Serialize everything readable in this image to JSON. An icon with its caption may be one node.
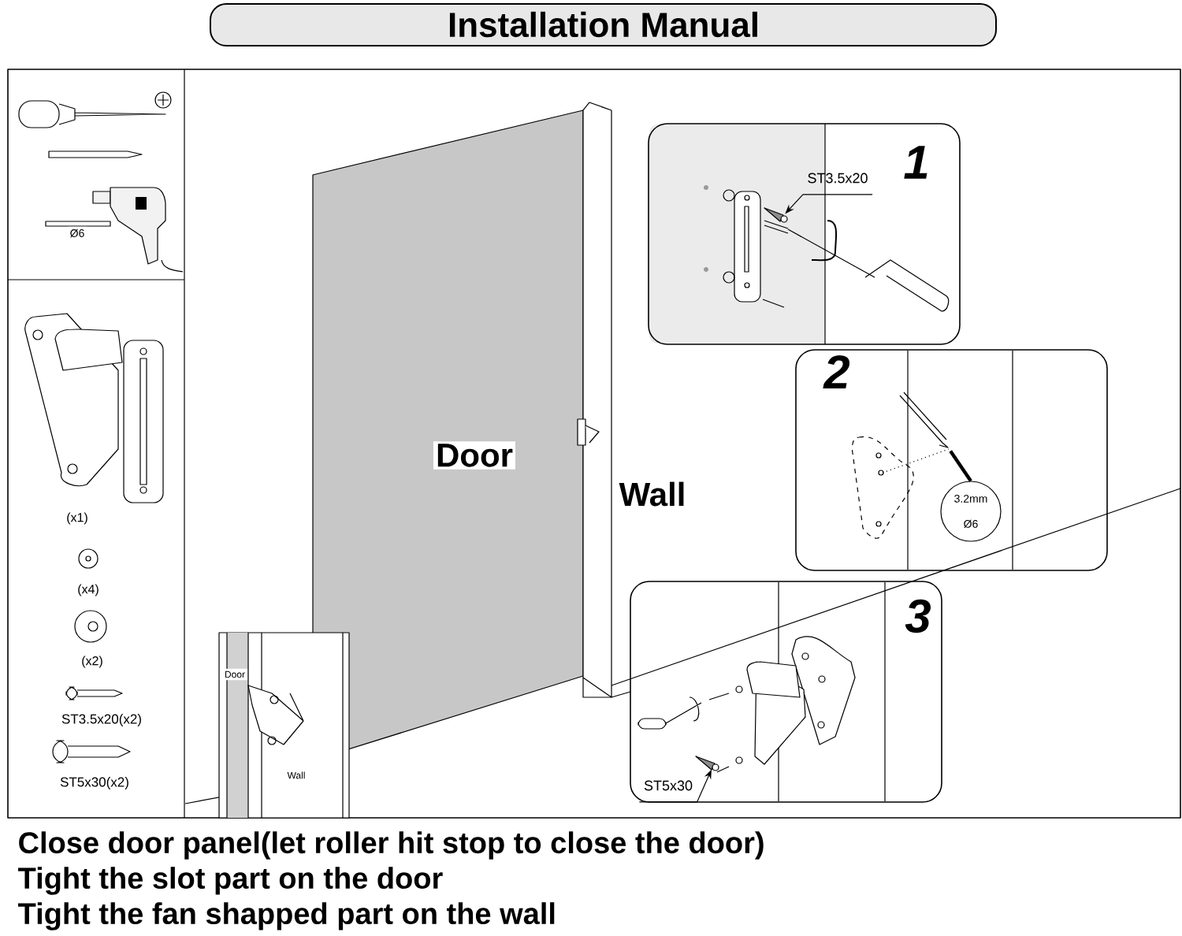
{
  "diagram": {
    "title": "Installation Manual",
    "nodes": [
      {
        "text": [
          "1"
        ]
      },
      {
        "text": [
          "ST3.5x20"
        ],
        "in": 0
      },
      {
        "text": [
          "2"
        ]
      },
      {
        "text": [
          "3.2mm",
          "Ø6"
        ],
        "in": 2
      },
      {
        "text": [
          "3"
        ]
      },
      {
        "text": [
          "ST5x30"
        ],
        "in": 4
      },
      {
        "text": [],
        "shape": "picture",
        "in": 0
      },
      {
        "text": [],
        "shape": "picture",
        "in": 4
      },
      {
        "text": [],
        "shape": "picture",
        "in": 2
      }
    ],
    "edges": [
      {
        "from": 1,
        "to": 6,
        "arrow": "to"
      },
      {
        "from": 8,
        "to": 3,
        "arrow": "none",
        "style": "thick"
      },
      {
        "from": 5,
        "to": 7,
        "arrow": "to"
      }
    ],
    "labels": [
      "Ø6",
      "(x1)",
      "(x4)",
      "(x2)",
      "ST3.5x20(x2)",
      "ST5x30(x2)",
      "Door",
      "Wall",
      "Door",
      "Wall",
      "Close door panel(let roller hit stop to close the door)",
      "Tight the slot part on the door",
      "Tight the fan shapped part on the wall"
    ]
  }
}
